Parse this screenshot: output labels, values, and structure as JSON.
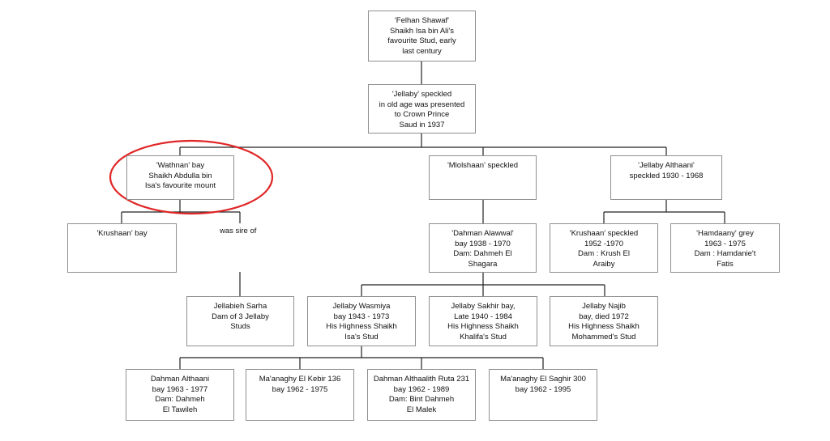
{
  "nodes": {
    "felhan": {
      "lines": [
        "'Felhan Shawaf'",
        "Shaikh Isa bin Ali's",
        "favourite Stud, early",
        "last century"
      ]
    },
    "jellaby": {
      "lines": [
        "'Jellaby' speckled",
        "in old age was presented",
        "to Crown Prince",
        "Saud in 1937"
      ]
    },
    "wathnan": {
      "lines": [
        "'Wathnan' bay",
        "Shaikh Abdulla bin",
        "Isa's favourite mount"
      ]
    },
    "mlolshaan": {
      "lines": [
        "'Mlolshaan' speckled"
      ]
    },
    "jellabyAth": {
      "lines": [
        "'Jellaby Althaani'",
        "speckled 1930 - 1968"
      ]
    },
    "krushaanBay": {
      "lines": [
        "'Krushaan' bay"
      ]
    },
    "dahmanAlawwal": {
      "lines": [
        "'Dahman Alawwal'",
        "bay 1938 - 1970",
        "Dam: Dahmeh El",
        "Shagara"
      ]
    },
    "krushaanSpk": {
      "lines": [
        "'Krushaan' speckled",
        "1952 -1970",
        "Dam : Krush El",
        "Araiby"
      ]
    },
    "hamdaany": {
      "lines": [
        "'Hamdaany' grey",
        "1963 - 1975",
        "Dam : Hamdanie't",
        "Fatis"
      ]
    },
    "sarha": {
      "lines": [
        "Jellabieh Sarha",
        "Dam of 3 Jellaby",
        "Studs"
      ]
    },
    "wasmiya": {
      "lines": [
        "Jellaby Wasmiya",
        "bay 1943 - 1973",
        "His Highness Shaikh",
        "Isa's Stud"
      ]
    },
    "sakhir": {
      "lines": [
        "Jellaby Sakhir bay,",
        "Late 1940 - 1984",
        "His Highness Shaikh",
        "Khalifa's Stud"
      ]
    },
    "najib": {
      "lines": [
        "Jellaby Najib",
        "bay, died 1972",
        "His Highness Shaikh",
        "Mohammed's Stud"
      ]
    },
    "dahmanAth": {
      "lines": [
        "Dahman Althaani",
        "bay 1963 - 1977",
        "Dam: Dahmeh",
        "El Tawileh"
      ]
    },
    "kebir": {
      "lines": [
        "Ma'anaghy El Kebir 136",
        "bay 1962 - 1975"
      ]
    },
    "ruta": {
      "lines": [
        "Dahman Althaalith Ruta 231",
        "bay 1962 - 1989",
        "Dam: Bint Dahmeh",
        "El Malek"
      ]
    },
    "saghir": {
      "lines": [
        "Ma'anaghy El Saghir 300",
        "bay 1962 - 1995"
      ]
    }
  },
  "free_labels": {
    "sire": "was sire of"
  },
  "colors": {
    "line": "#222222",
    "box_border": "#8f8f8f",
    "highlight": "#e02525"
  }
}
